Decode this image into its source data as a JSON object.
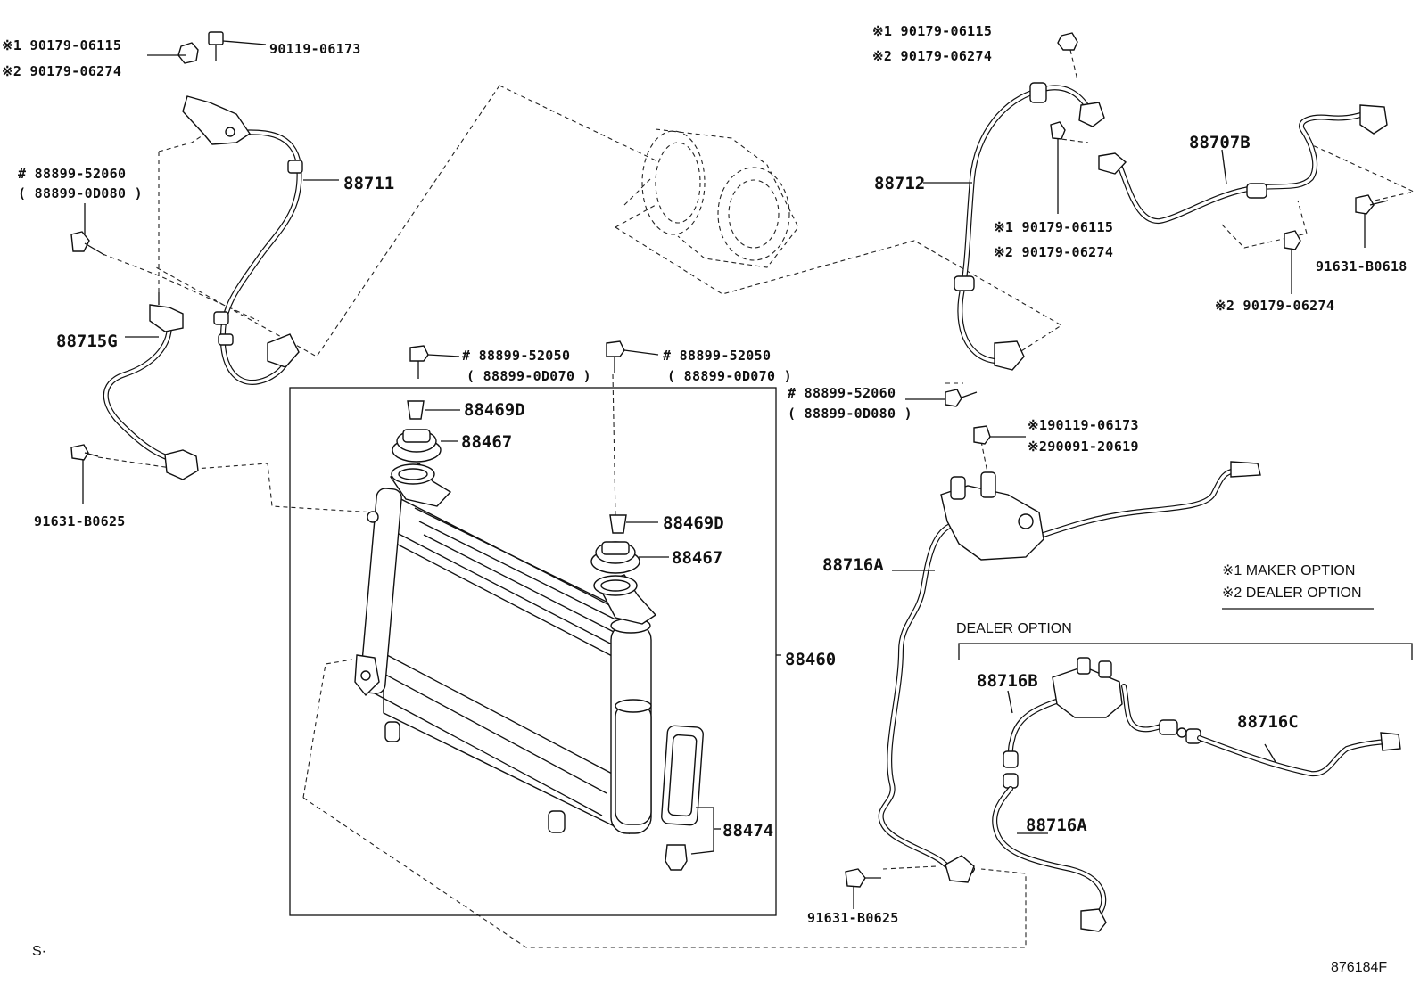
{
  "labels": {
    "tl_k1": "※1 90179-06115",
    "tl_k2": "※2 90179-06274",
    "tl_bolt": "90119-06173",
    "p88711": "88711",
    "tl_h1": "# 88899-52060",
    "tl_h2": "( 88899-0D080 )",
    "p88715g": "88715G",
    "bl_bolt": "91631-B0625",
    "mid_h1a": "# 88899-52050",
    "mid_h1b": "( 88899-0D070 )",
    "mid_h2a": "# 88899-52050",
    "mid_h2b": "( 88899-0D070 )",
    "p88469d_1": "88469D",
    "p88467_1": "88467",
    "p88469d_2": "88469D",
    "p88467_2": "88467",
    "p88460": "88460",
    "p88474": "88474",
    "tr_k1": "※1 90179-06115",
    "tr_k2": "※2 90179-06274",
    "p88712": "88712",
    "p88707b": "88707B",
    "tr_mk1": "※1 90179-06115",
    "tr_mk2": "※2 90179-06274",
    "tr_bolt": "91631-B0618",
    "tr_k2b": "※2 90179-06274",
    "mr_h1": "# 88899-52060",
    "mr_h2": "( 88899-0D080 )",
    "mr_k1": "※190119-06173",
    "mr_k2": "※290091-20619",
    "p88716a_1": "88716A",
    "maker_option": "※1 MAKER OPTION",
    "dealer_option_note": "※2 DEALER OPTION",
    "dealer_option": "DEALER OPTION",
    "p88716b": "88716B",
    "p88716c": "88716C",
    "p88716a_2": "88716A",
    "br_bolt": "91631-B0625",
    "corner_s": "S·",
    "diagram_id": "876184F"
  }
}
